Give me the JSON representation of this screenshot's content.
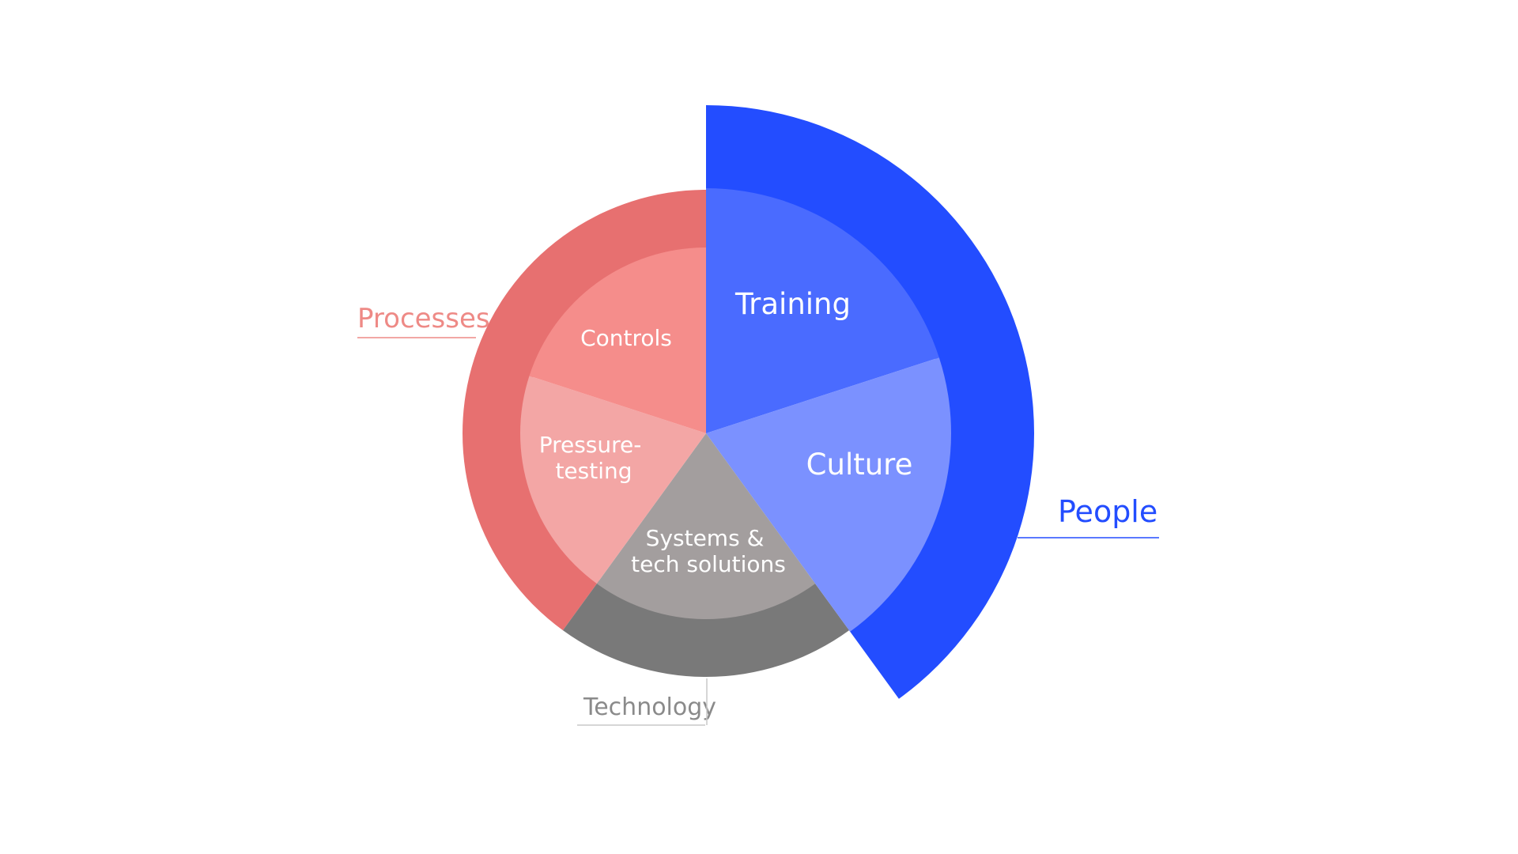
{
  "groups": {
    "people": {
      "label": "People",
      "outer_color": "#234DFF",
      "items": [
        {
          "label_lines": [
            "Training"
          ],
          "color": "#4A6BFF"
        },
        {
          "label_lines": [
            "Culture"
          ],
          "color": "#7B91FF"
        }
      ]
    },
    "processes": {
      "label": "Processes",
      "outer_color": "#E77070",
      "label_color": "#EE8A86",
      "items": [
        {
          "label_lines": [
            "Controls"
          ],
          "color": "#F58D8B"
        },
        {
          "label_lines": [
            "Pressure-",
            "testing"
          ],
          "color": "#F3A6A5"
        }
      ]
    },
    "technology": {
      "label": "Technology",
      "outer_color": "#797979",
      "label_color": "#8A8A8A",
      "items": [
        {
          "label_lines": [
            "Systems &",
            "tech solutions"
          ],
          "color": "#A39E9E"
        }
      ]
    }
  },
  "leader_line_color": "#C8C8C8"
}
